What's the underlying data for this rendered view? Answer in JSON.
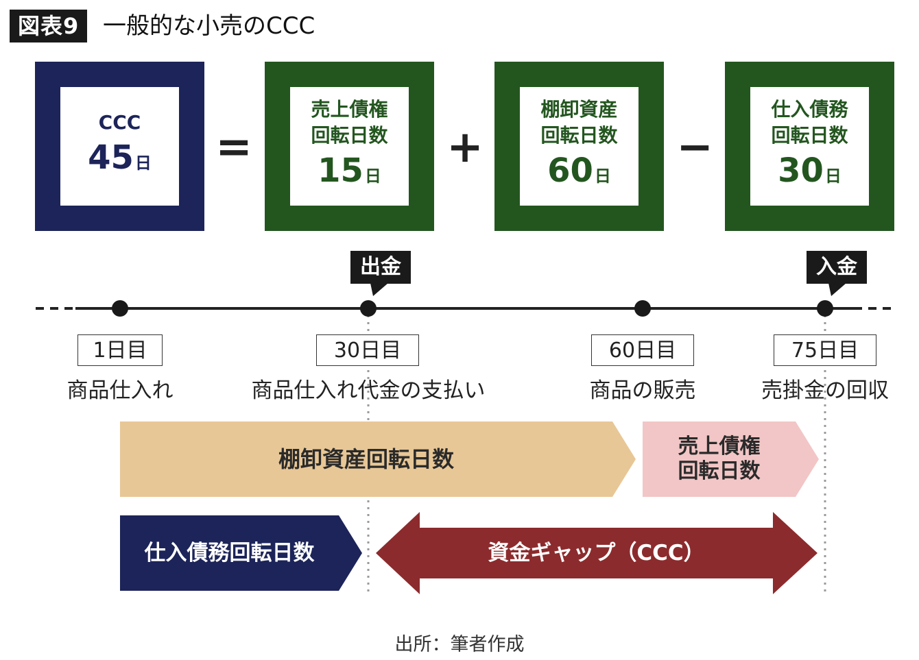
{
  "header": {
    "figure_label": "図表9",
    "title": "一般的な小売のCCC"
  },
  "equation": {
    "ccc": {
      "label": "CCC",
      "value": "45",
      "unit": "日"
    },
    "op_equals": "=",
    "receivables": {
      "label_line1": "売上債権",
      "label_line2": "回転日数",
      "value": "15",
      "unit": "日"
    },
    "op_plus": "+",
    "inventory": {
      "label_line1": "棚卸資産",
      "label_line2": "回転日数",
      "value": "60",
      "unit": "日"
    },
    "op_minus": "−",
    "payables": {
      "label_line1": "仕入債務",
      "label_line2": "回転日数",
      "value": "30",
      "unit": "日"
    }
  },
  "timeline": {
    "callout_out": "出金",
    "callout_in": "入金",
    "points": [
      {
        "day": "1日目",
        "event": "商品仕入れ"
      },
      {
        "day": "30日目",
        "event": "商品仕入れ代金の支払い"
      },
      {
        "day": "60日目",
        "event": "商品の販売"
      },
      {
        "day": "75日目",
        "event": "売掛金の回収"
      }
    ]
  },
  "bars": {
    "inventory_days": "棚卸資産回転日数",
    "receivables_days_line1": "売上債権",
    "receivables_days_line2": "回転日数",
    "payables_days": "仕入債務回転日数",
    "cash_gap": "資金ギャップ（CCC）"
  },
  "colors": {
    "navy": "#1c2459",
    "green": "#23561f",
    "tan": "#e8c796",
    "pink": "#f2c6c6",
    "maroon": "#8c2b2d",
    "dark": "#1a1a1a"
  },
  "source": "出所：筆者作成"
}
